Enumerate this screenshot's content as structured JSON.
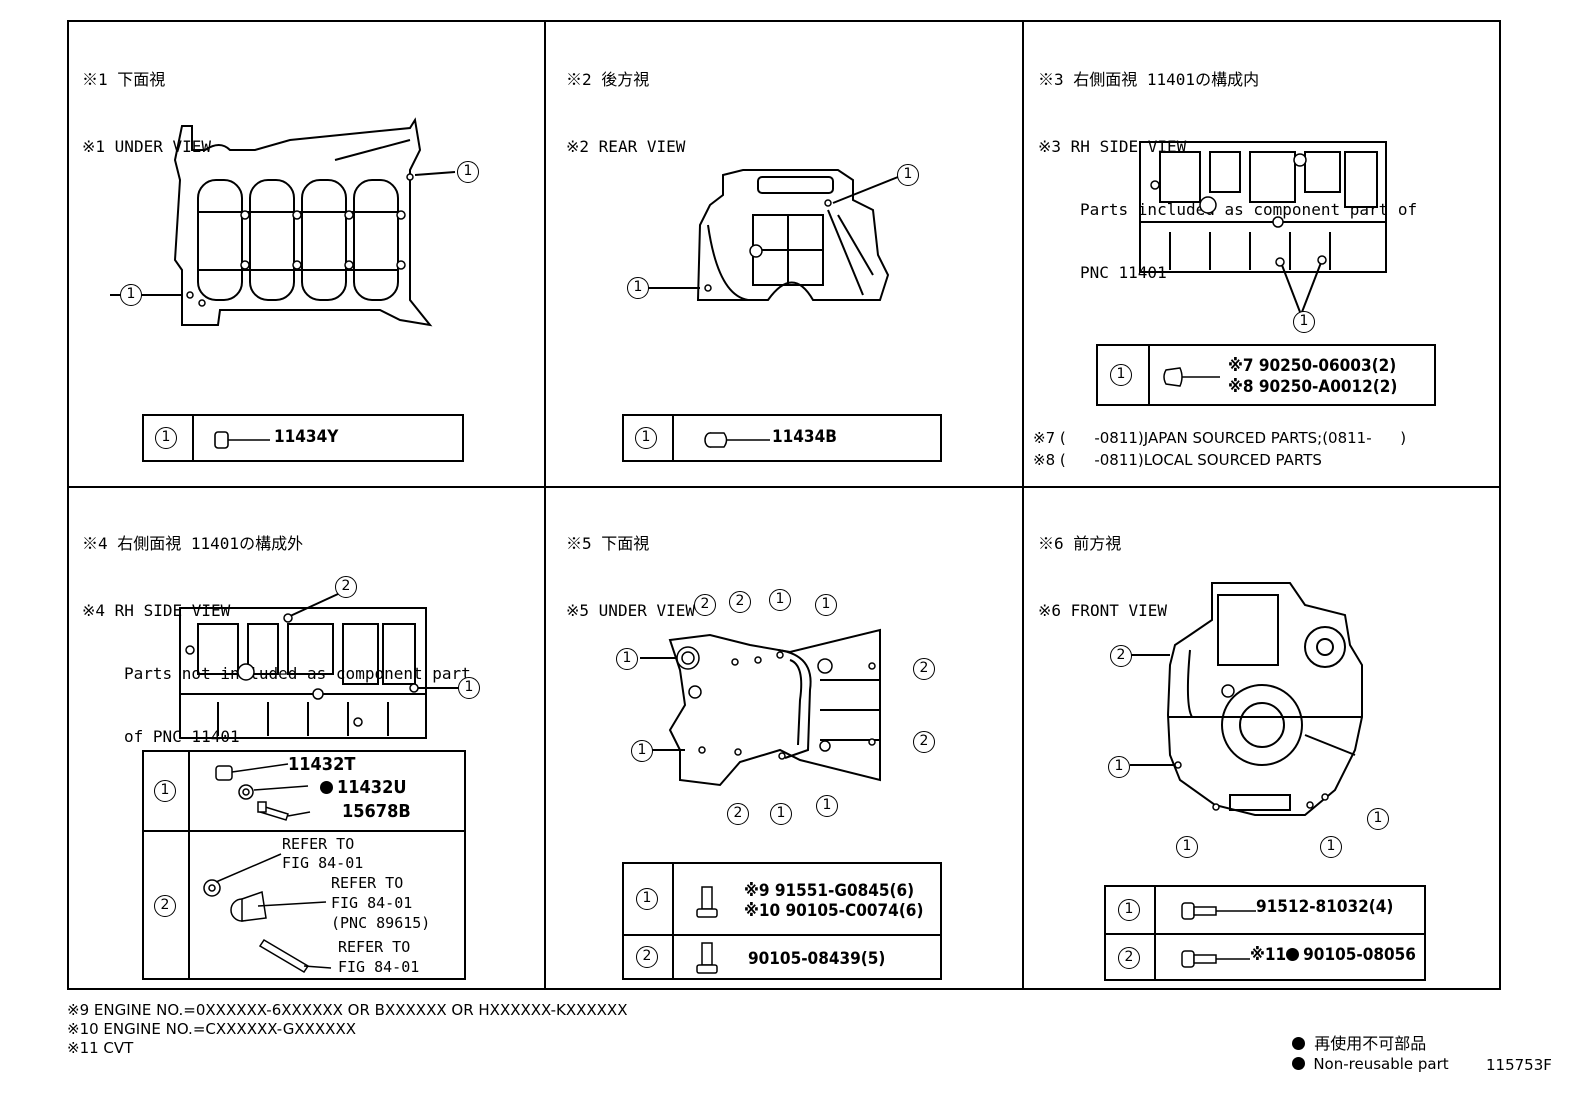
{
  "panels": {
    "p1": {
      "jp": "※1 下面視",
      "en": "※1 UNDER VIEW",
      "callout": "1",
      "parts": [
        {
          "num": "1",
          "label": "11434Y"
        }
      ]
    },
    "p2": {
      "jp": "※2 後方視",
      "en": "※2 REAR VIEW",
      "callout": "1",
      "parts": [
        {
          "num": "1",
          "label": "11434B"
        }
      ]
    },
    "p3": {
      "jp": "※3 右側面視 11401の構成内",
      "en": "※3 RH SIDE VIEW",
      "desc1": "Parts included as component part of",
      "desc2": "PNC 11401",
      "callout": "1",
      "parts": [
        {
          "num": "1",
          "line1": "※7  90250-06003(2)",
          "line2": "※8  90250-A0012(2)"
        }
      ],
      "notes": [
        "※7 (      -0811)JAPAN SOURCED PARTS;(0811-      )",
        "※8 (      -0811)LOCAL SOURCED PARTS"
      ]
    },
    "p4": {
      "jp": "※4 右側面視 11401の構成外",
      "en": "※4 RH SIDE VIEW",
      "desc1": "Parts not included as component part",
      "desc2": "of PNC 11401",
      "callout1": "1",
      "callout2": "2",
      "parts": [
        {
          "num": "1",
          "a": "11432T",
          "b": "11432U",
          "c": "15678B"
        },
        {
          "num": "2",
          "r1a": "REFER TO",
          "r1b": "FIG 84-01",
          "r2a": "REFER TO",
          "r2b": "FIG 84-01",
          "r2c": "(PNC 89615)",
          "r3a": "REFER TO",
          "r3b": "FIG 84-01"
        }
      ]
    },
    "p5": {
      "jp": "※5 下面視",
      "en": "※5 UNDER VIEW",
      "callout1": "1",
      "callout2": "2",
      "parts": [
        {
          "num": "1",
          "line1": "※9  91551-G0845(6)",
          "line2": "※10 90105-C0074(6)"
        },
        {
          "num": "2",
          "line1": "90105-08439(5)"
        }
      ]
    },
    "p6": {
      "jp": "※6 前方視",
      "en": "※6 FRONT VIEW",
      "callout1": "1",
      "callout2": "2",
      "parts": [
        {
          "num": "1",
          "line1": "91512-81032(4)"
        },
        {
          "num": "2",
          "prefix": "※11",
          "line1": "90105-08056"
        }
      ]
    }
  },
  "footnotes": [
    "※9 ENGINE NO.=0XXXXXX-6XXXXXX OR BXXXXXX OR HXXXXXX-KXXXXXX",
    "※10 ENGINE NO.=CXXXXXX-GXXXXXX",
    "※11 CVT"
  ],
  "legend": {
    "jp": "再使用不可部品",
    "en": "Non-reusable part"
  },
  "figure_id": "115753F"
}
